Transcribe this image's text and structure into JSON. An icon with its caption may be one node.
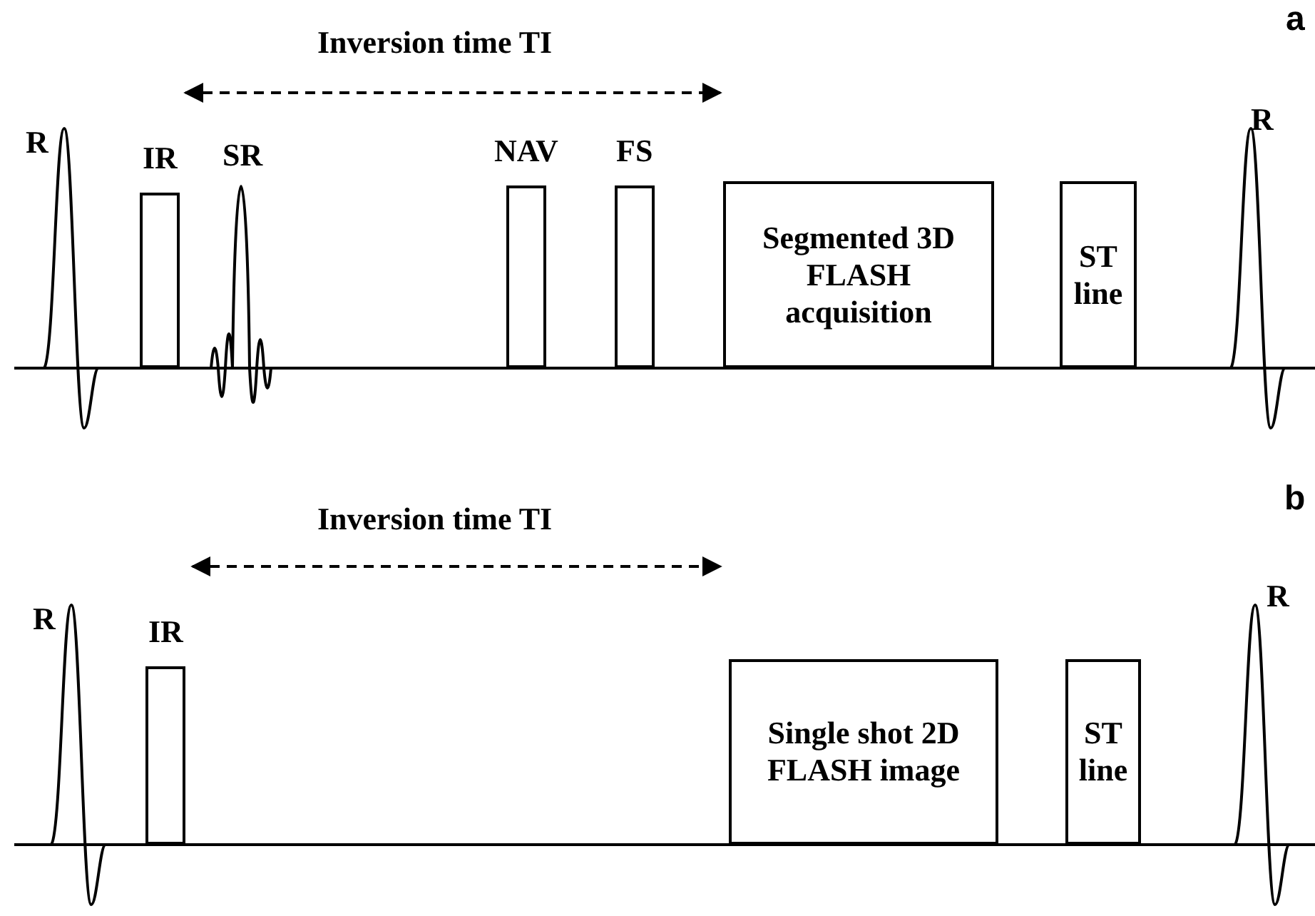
{
  "diagram": {
    "nodes": [
      {
        "text": [
          "IR"
        ]
      },
      {
        "text": [
          "NAV"
        ]
      },
      {
        "text": [
          "FS"
        ]
      },
      {
        "text": [
          "Segmented 3D FLASH acquisition"
        ]
      },
      {
        "text": [
          "ST line"
        ]
      },
      {
        "text": [
          "IR"
        ]
      },
      {
        "text": [
          "Single shot 2D FLASH image"
        ]
      },
      {
        "text": [
          "ST line"
        ]
      }
    ],
    "labels": [
      "Inversion time TI",
      "a",
      "R",
      "SR",
      "R",
      "Inversion time TI",
      "b",
      "R",
      "R"
    ]
  }
}
